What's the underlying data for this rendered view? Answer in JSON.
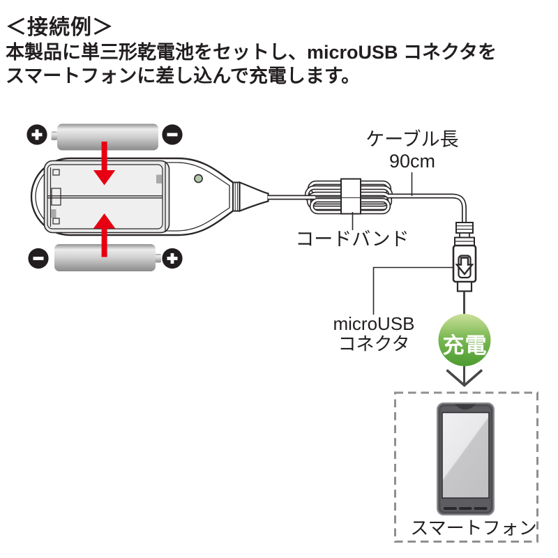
{
  "header": {
    "title": "＜接続例＞",
    "description_line1": "本製品に単三形乾電池をセットし、microUSB コネクタを",
    "description_line2": "スマートフォンに差し込んで充電します。"
  },
  "diagram": {
    "cable_length_label_line1": "ケーブル長",
    "cable_length_label_line2": "90cm",
    "cord_band_label": "コードバンド",
    "microusb_label_line1": "microUSB",
    "microusb_label_line2": "コネクタ",
    "charge_badge_label": "充電",
    "smartphone_label": "スマートフォン",
    "icons": {
      "battery_plus": "＋",
      "battery_minus": "−",
      "usb_connector_symbol": "hollow-down-arrow-in-rounded-box",
      "insert_arrows": "red-down-and-up-arrows"
    },
    "colors": {
      "arrow_red": "#e60012",
      "charge_green_light": "#cbe19c",
      "charge_green_mid": "#7cb953",
      "charge_green_dark": "#4c9c31",
      "line_art": "#2b2728",
      "dashed_border": "#8f8f8f",
      "led_green": "#b2c8ad"
    }
  }
}
